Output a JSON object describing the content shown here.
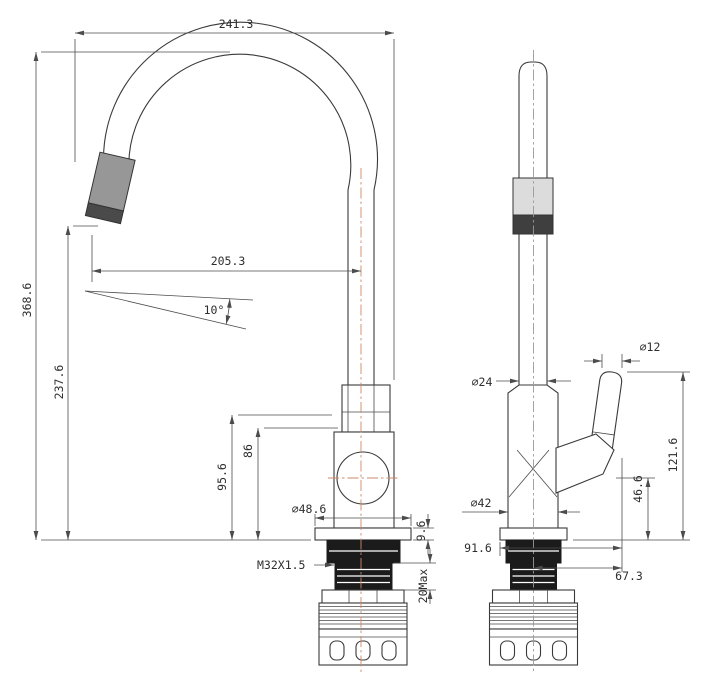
{
  "colors": {
    "background": "#ffffff",
    "object_line": "#3a3a3a",
    "dimension_line": "#4c4c4c",
    "dimension_text": "#2e2e2e",
    "centerline": "#cb8a68",
    "dark_fill": "#1b1b1b",
    "aerator_gray": "#979797",
    "aerator_dark": "#4a4a4a",
    "front_tip_light": "#dcdcdc",
    "front_tip_dark": "#3f3f3f"
  },
  "side_view": {
    "dims": {
      "overall_reach": "241.3",
      "overall_height": "368.6",
      "outlet_height": "237.6",
      "spout_reach": "205.3",
      "spout_angle": "10°",
      "body_height_outer": "95.6",
      "body_height_inner": "86",
      "base_diameter": "⌀48.6",
      "flange_thickness": "9.6",
      "thread_spec": "M32X1.5",
      "deck_max": "20Max"
    }
  },
  "front_view": {
    "dims": {
      "pipe_diameter": "⌀24",
      "body_diameter": "⌀42",
      "lever_diameter": "⌀12",
      "lever_height": "121.6",
      "pivot_height": "46.6",
      "base_span": "91.6",
      "lever_offset": "67.3"
    }
  }
}
